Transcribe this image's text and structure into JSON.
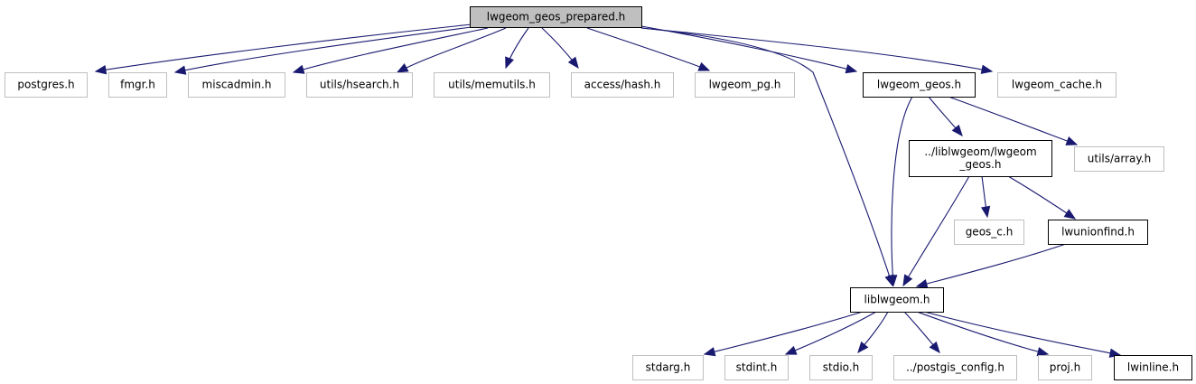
{
  "diagram": {
    "type": "include-dependency-graph",
    "colors": {
      "edge": "#191970",
      "root_fill": "#bfbfbf",
      "root_border": "#000000",
      "documented_border": "#000000",
      "undocumented_border": "#bfbfbf",
      "node_fill": "#ffffff"
    },
    "nodes": [
      {
        "id": "root",
        "lines": [
          "lwgeom_geos_prepared.h"
        ],
        "kind": "root"
      },
      {
        "id": "postgres",
        "lines": [
          "postgres.h"
        ],
        "kind": "external"
      },
      {
        "id": "fmgr",
        "lines": [
          "fmgr.h"
        ],
        "kind": "external"
      },
      {
        "id": "miscadmin",
        "lines": [
          "miscadmin.h"
        ],
        "kind": "external"
      },
      {
        "id": "hsearch",
        "lines": [
          "utils/hsearch.h"
        ],
        "kind": "external"
      },
      {
        "id": "memutils",
        "lines": [
          "utils/memutils.h"
        ],
        "kind": "external"
      },
      {
        "id": "hash",
        "lines": [
          "access/hash.h"
        ],
        "kind": "external"
      },
      {
        "id": "lwgeom_pg",
        "lines": [
          "lwgeom_pg.h"
        ],
        "kind": "external"
      },
      {
        "id": "lwgeom_geos",
        "lines": [
          "lwgeom_geos.h"
        ],
        "kind": "documented"
      },
      {
        "id": "lwgeom_cache",
        "lines": [
          "lwgeom_cache.h"
        ],
        "kind": "external"
      },
      {
        "id": "lib_lwgeom_geos",
        "lines": [
          "../liblwgeom/lwgeom",
          "_geos.h"
        ],
        "kind": "documented"
      },
      {
        "id": "array",
        "lines": [
          "utils/array.h"
        ],
        "kind": "external"
      },
      {
        "id": "geos_c",
        "lines": [
          "geos_c.h"
        ],
        "kind": "external"
      },
      {
        "id": "lwunionfind",
        "lines": [
          "lwunionfind.h"
        ],
        "kind": "documented"
      },
      {
        "id": "liblwgeom",
        "lines": [
          "liblwgeom.h"
        ],
        "kind": "documented"
      },
      {
        "id": "stdarg",
        "lines": [
          "stdarg.h"
        ],
        "kind": "external"
      },
      {
        "id": "stdint",
        "lines": [
          "stdint.h"
        ],
        "kind": "external"
      },
      {
        "id": "stdio",
        "lines": [
          "stdio.h"
        ],
        "kind": "external"
      },
      {
        "id": "postgis_config",
        "lines": [
          "../postgis_config.h"
        ],
        "kind": "external"
      },
      {
        "id": "proj",
        "lines": [
          "proj.h"
        ],
        "kind": "external"
      },
      {
        "id": "lwinline",
        "lines": [
          "lwinline.h"
        ],
        "kind": "documented"
      }
    ],
    "edges": [
      {
        "from": "root",
        "to": "postgres"
      },
      {
        "from": "root",
        "to": "fmgr"
      },
      {
        "from": "root",
        "to": "miscadmin"
      },
      {
        "from": "root",
        "to": "hsearch"
      },
      {
        "from": "root",
        "to": "memutils"
      },
      {
        "from": "root",
        "to": "hash"
      },
      {
        "from": "root",
        "to": "lwgeom_pg"
      },
      {
        "from": "root",
        "to": "lwgeom_geos"
      },
      {
        "from": "root",
        "to": "lwgeom_cache"
      },
      {
        "from": "root",
        "to": "liblwgeom"
      },
      {
        "from": "lwgeom_geos",
        "to": "lib_lwgeom_geos"
      },
      {
        "from": "lwgeom_geos",
        "to": "array"
      },
      {
        "from": "lwgeom_geos",
        "to": "liblwgeom"
      },
      {
        "from": "lib_lwgeom_geos",
        "to": "geos_c"
      },
      {
        "from": "lib_lwgeom_geos",
        "to": "lwunionfind"
      },
      {
        "from": "lib_lwgeom_geos",
        "to": "liblwgeom"
      },
      {
        "from": "lwunionfind",
        "to": "liblwgeom"
      },
      {
        "from": "liblwgeom",
        "to": "stdarg"
      },
      {
        "from": "liblwgeom",
        "to": "stdint"
      },
      {
        "from": "liblwgeom",
        "to": "stdio"
      },
      {
        "from": "liblwgeom",
        "to": "postgis_config"
      },
      {
        "from": "liblwgeom",
        "to": "proj"
      },
      {
        "from": "liblwgeom",
        "to": "lwinline"
      }
    ]
  }
}
